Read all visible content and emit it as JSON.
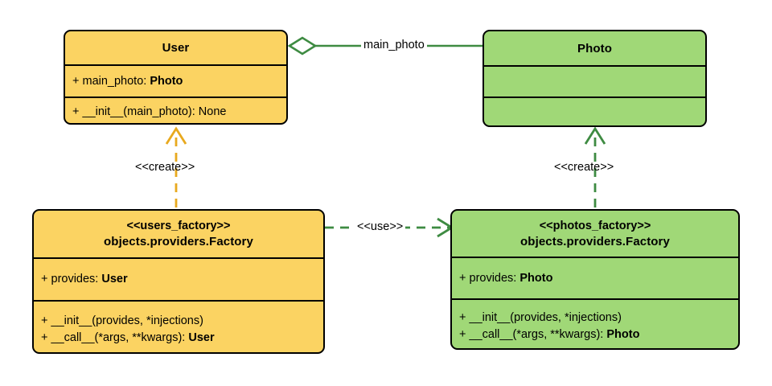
{
  "diagram": {
    "type": "uml-class-diagram",
    "background": "#ffffff",
    "colors": {
      "user_fill": "#FBD362",
      "photo_fill": "#A0D877",
      "border": "#000000",
      "green_link": "#3E8B42",
      "amber_link": "#E8A91E"
    }
  },
  "classes": {
    "user": {
      "name": "User",
      "attributes": [
        {
          "visibility": "+",
          "text": "main_photo: ",
          "type": "Photo"
        }
      ],
      "operations": [
        {
          "visibility": "+",
          "text": "__init__(main_photo): None",
          "type": ""
        }
      ]
    },
    "photo": {
      "name": "Photo",
      "attributes": [],
      "operations": []
    },
    "users_factory": {
      "stereotype": "<<users_factory>>",
      "name": "objects.providers.Factory",
      "attributes": [
        {
          "visibility": "+",
          "text": "provides: ",
          "type": "User"
        }
      ],
      "operations": [
        {
          "visibility": "+",
          "text": "__init__(provides, *injections)",
          "type": ""
        },
        {
          "visibility": "+",
          "text": "__call__(*args, **kwargs): ",
          "type": "User"
        }
      ]
    },
    "photos_factory": {
      "stereotype": "<<photos_factory>>",
      "name": "objects.providers.Factory",
      "attributes": [
        {
          "visibility": "+",
          "text": "provides: ",
          "type": "Photo"
        }
      ],
      "operations": [
        {
          "visibility": "+",
          "text": "__init__(provides, *injections)",
          "type": ""
        },
        {
          "visibility": "+",
          "text": "__call__(*args, **kwargs): ",
          "type": "Photo"
        }
      ]
    }
  },
  "relations": {
    "aggregation_user_photo": {
      "label": "main_photo",
      "kind": "aggregation",
      "source": "User",
      "target": "Photo"
    },
    "create_user": {
      "label": "<<create>>",
      "kind": "dependency-create",
      "source": "users_factory",
      "target": "User"
    },
    "create_photo": {
      "label": "<<create>>",
      "kind": "dependency-create",
      "source": "photos_factory",
      "target": "Photo"
    },
    "use_factories": {
      "label": "<<use>>",
      "kind": "dependency-use",
      "source": "users_factory",
      "target": "photos_factory"
    }
  }
}
